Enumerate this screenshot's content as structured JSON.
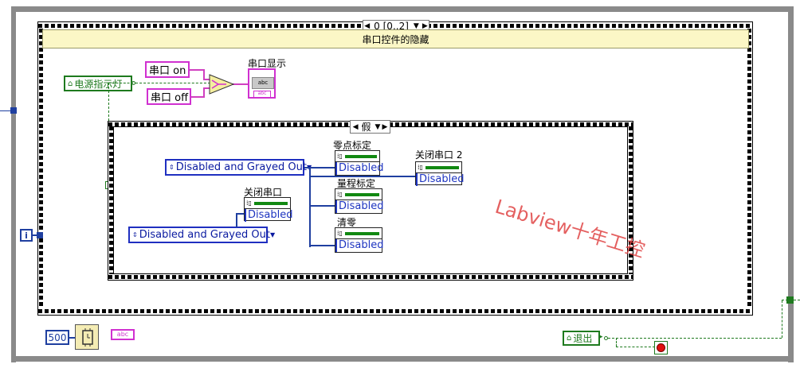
{
  "outer_case": {
    "selector": "0 [0..2]"
  },
  "subdiagram_label": "串口控件的隐藏",
  "inner_case": {
    "selector": "假"
  },
  "power_indicator": {
    "label": "电源指示灯"
  },
  "string_on": "串口  on",
  "string_off": "串口  off",
  "serial_display": {
    "label": "串口显示",
    "icon_text": "abc"
  },
  "enum_constant_1": "Disabled and Grayed Out",
  "enum_constant_2": "Disabled and Grayed Out",
  "props": [
    {
      "title": "零点标定",
      "value": "Disabled"
    },
    {
      "title": "量程标定",
      "value": "Disabled"
    },
    {
      "title": "清零",
      "value": "Disabled"
    },
    {
      "title": "关闭串口 2",
      "value": "Disabled"
    },
    {
      "title": "关闭串口",
      "value": "Disabled"
    }
  ],
  "watermark": "Labview十年工控",
  "iteration_terminal": "i",
  "wait_constant": "500",
  "string_const_small": "abc",
  "exit_button": {
    "label": "退出"
  },
  "colors": {
    "wire_green": "#1e7a1e",
    "wire_blue": "#1f3fa0",
    "string_pink": "#d030d0",
    "frame_gray": "#909090",
    "label_bg": "#fbf7c6"
  }
}
